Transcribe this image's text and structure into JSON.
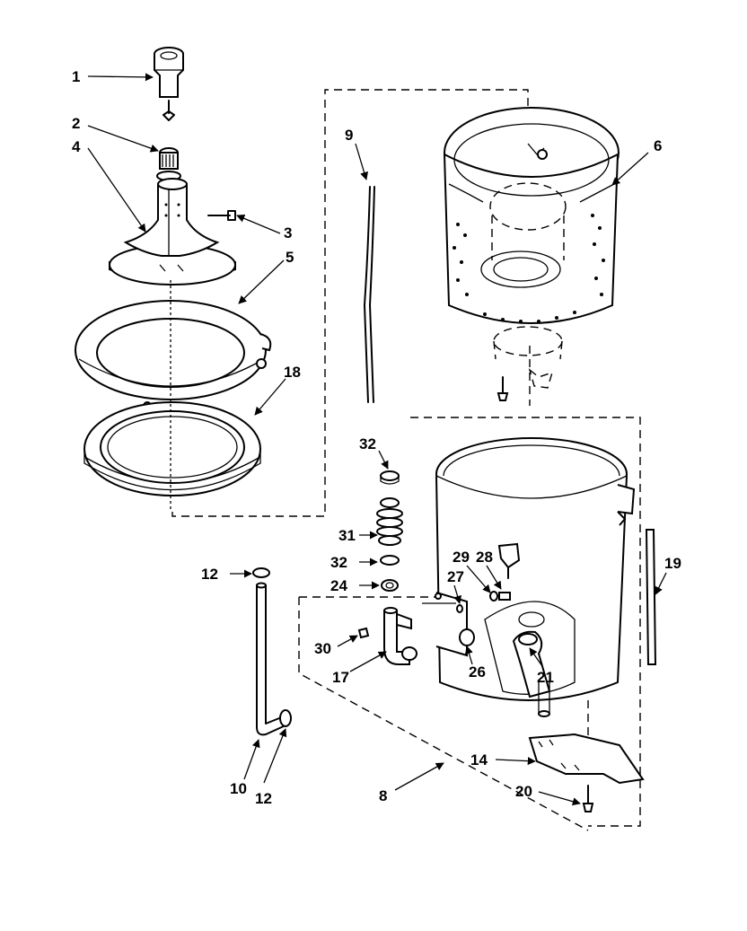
{
  "callouts": {
    "c1": "1",
    "c2": "2",
    "c3": "3",
    "c4": "4",
    "c5": "5",
    "c6": "6",
    "c8": "8",
    "c9": "9",
    "c10": "10",
    "c12a": "12",
    "c12b": "12",
    "c14": "14",
    "c17": "17",
    "c18": "18",
    "c19": "19",
    "c20": "20",
    "c21": "21",
    "c24": "24",
    "c26": "26",
    "c27": "27",
    "c28": "28",
    "c29": "29",
    "c30": "30",
    "c31": "31",
    "c32a": "32",
    "c32b": "32"
  }
}
